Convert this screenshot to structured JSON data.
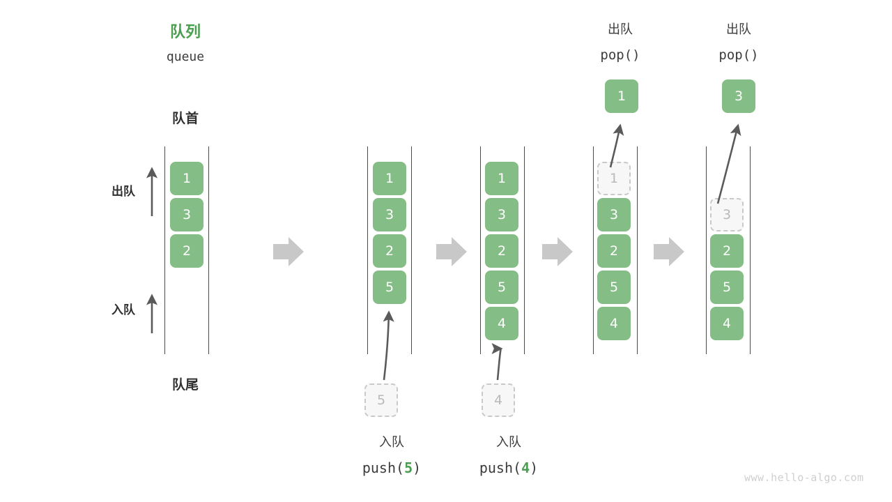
{
  "header": {
    "title_cn": "队列",
    "title_en": "queue",
    "title_color": "#4a9e50"
  },
  "labels": {
    "front": "队首",
    "rear": "队尾",
    "dequeue": "出队",
    "enqueue": "入队"
  },
  "colors": {
    "cell_fill": "#84bd85",
    "cell_text": "#ffffff",
    "ghost_fill": "#f7f7f7",
    "ghost_border": "#c9c9c9",
    "ghost_text": "#b9b9b9",
    "rail": "#4a4a4a",
    "arrow_gray": "#c8c8c8",
    "arrow_dark": "#5a5a5a",
    "accent_green": "#4a9e50"
  },
  "chart_data": {
    "type": "diagram",
    "title": "队列 queue",
    "description": "Queue operations: push(5), push(4), pop(), pop()",
    "steps": [
      {
        "index": 0,
        "name": "initial",
        "cells": [
          "1",
          "3",
          "2"
        ],
        "ghost_in_queue": null,
        "incoming": null,
        "popped": null,
        "caption_cn": null,
        "caption_code": null
      },
      {
        "index": 1,
        "name": "push-5",
        "cells": [
          "1",
          "3",
          "2",
          "5"
        ],
        "ghost_in_queue": null,
        "incoming": "5",
        "popped": null,
        "caption_cn": "入队",
        "caption_code_prefix": "push(",
        "caption_code_value": "5",
        "caption_code_suffix": ")"
      },
      {
        "index": 2,
        "name": "push-4",
        "cells": [
          "1",
          "3",
          "2",
          "5",
          "4"
        ],
        "ghost_in_queue": null,
        "incoming": "4",
        "popped": null,
        "caption_cn": "入队",
        "caption_code_prefix": "push(",
        "caption_code_value": "4",
        "caption_code_suffix": ")"
      },
      {
        "index": 3,
        "name": "pop-1",
        "cells": [
          "3",
          "2",
          "5",
          "4"
        ],
        "ghost_in_queue": "1",
        "ghost_slot": 0,
        "incoming": null,
        "popped": "1",
        "op_title_cn": "出队",
        "op_title_code": "pop()"
      },
      {
        "index": 4,
        "name": "pop-3",
        "cells": [
          "2",
          "5",
          "4"
        ],
        "ghost_in_queue": "3",
        "ghost_slot": 1,
        "incoming": null,
        "popped": "3",
        "op_title_cn": "出队",
        "op_title_code": "pop()"
      }
    ]
  },
  "footer": {
    "watermark": "www.hello-algo.com"
  }
}
